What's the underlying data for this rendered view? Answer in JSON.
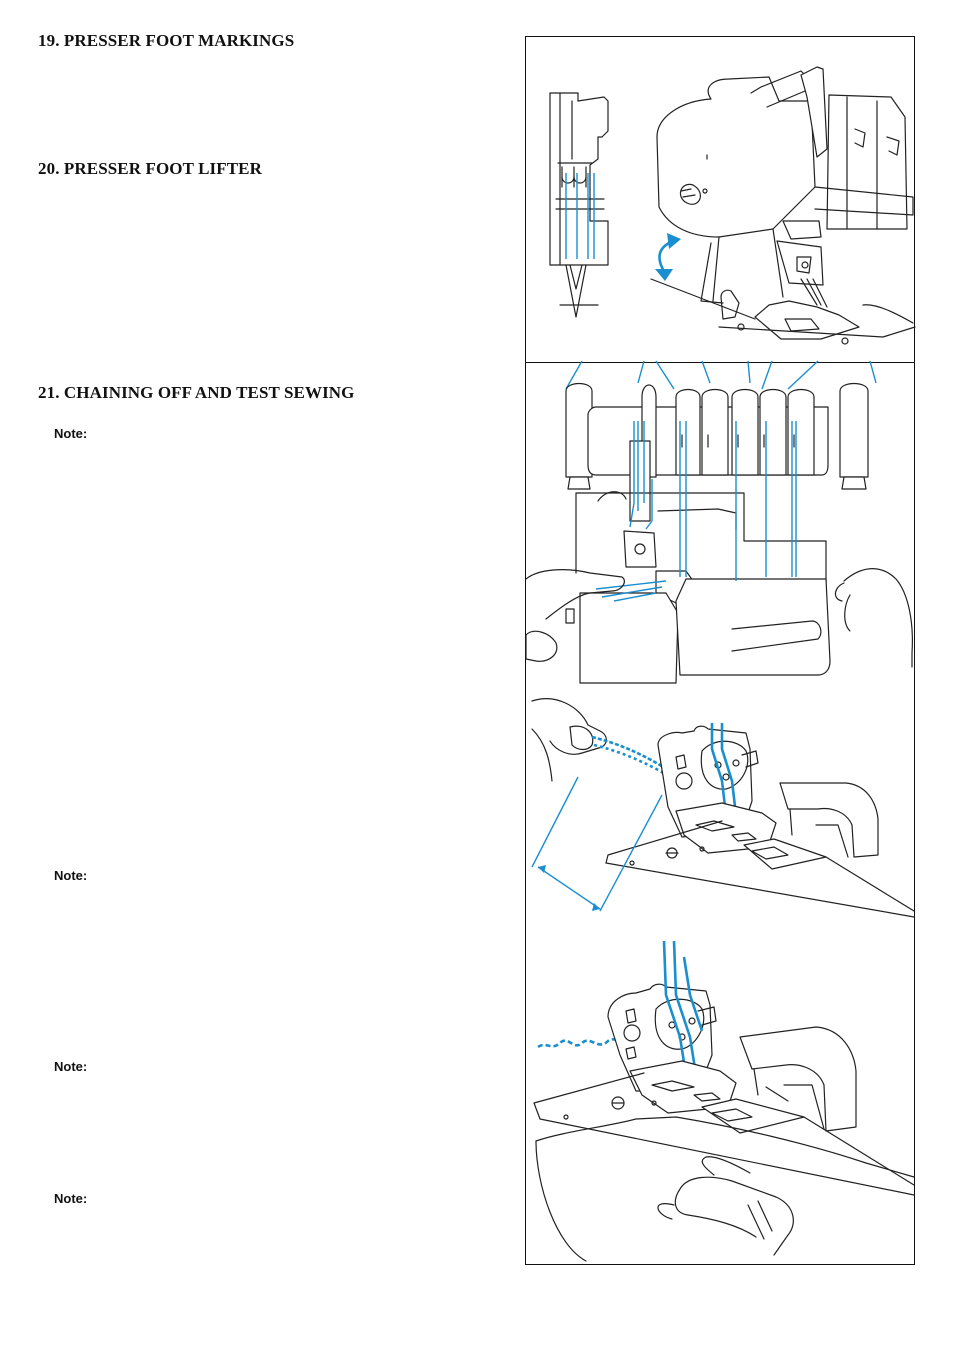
{
  "sections": {
    "s19": {
      "title": "19. PRESSER FOOT MARKINGS"
    },
    "s20": {
      "title": "20. PRESSER FOOT LIFTER"
    },
    "s21": {
      "title": "21. CHAINING OFF AND TEST SEWING"
    }
  },
  "notes": [
    "Note:",
    "Note:",
    "Note:",
    "Note:"
  ],
  "colors": {
    "accent": "#1a8fd0",
    "line": "#222222"
  }
}
